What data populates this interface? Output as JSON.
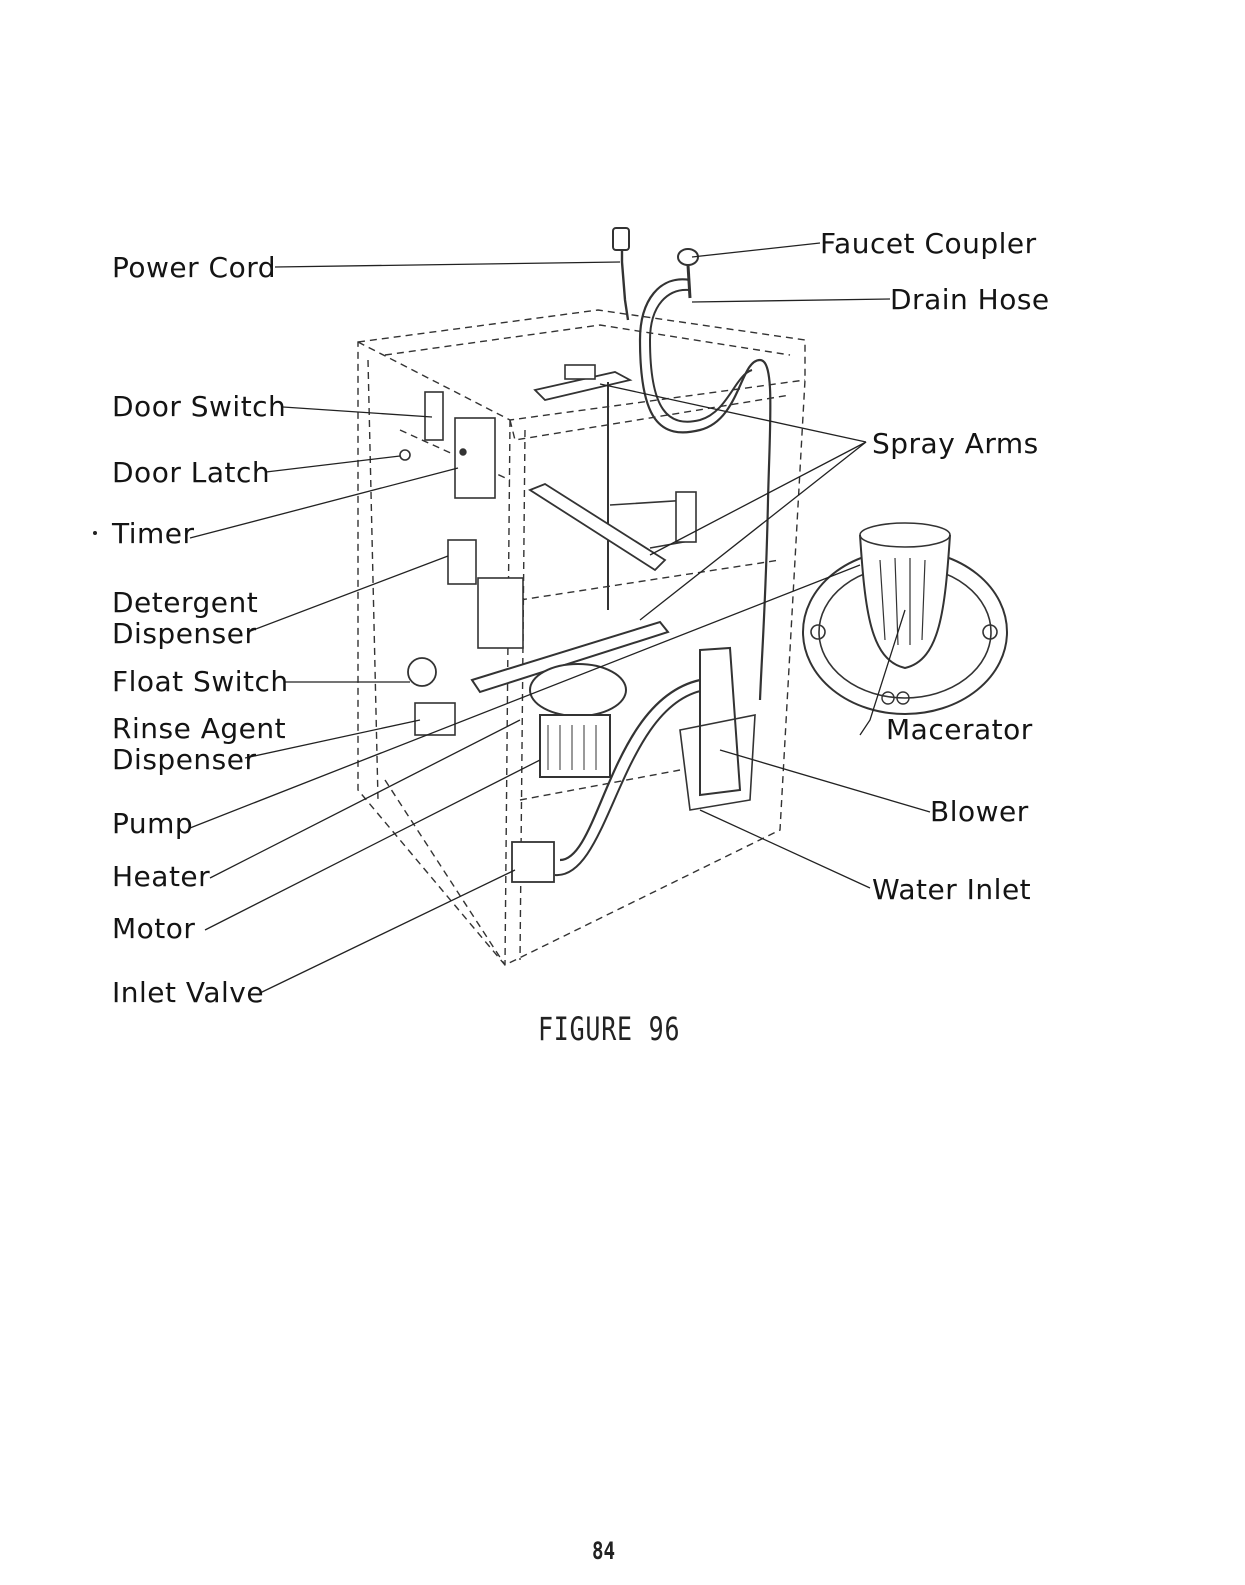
{
  "labels": {
    "power_cord": "Power Cord",
    "faucet_coupler": "Faucet Coupler",
    "drain_hose": "Drain Hose",
    "door_switch": "Door Switch",
    "door_latch": "Door Latch",
    "spray_arms": "Spray Arms",
    "timer": "Timer",
    "detergent_dispenser_1": "Detergent",
    "detergent_dispenser_2": "Dispenser",
    "float_switch": "Float Switch",
    "rinse_agent_1": "Rinse Agent",
    "rinse_agent_2": "Dispenser",
    "macerator": "Macerator",
    "pump": "Pump",
    "blower": "Blower",
    "heater": "Heater",
    "water_inlet": "Water Inlet",
    "motor": "Motor",
    "inlet_valve": "Inlet Valve"
  },
  "caption": "FIGURE 96",
  "page_number": "84"
}
